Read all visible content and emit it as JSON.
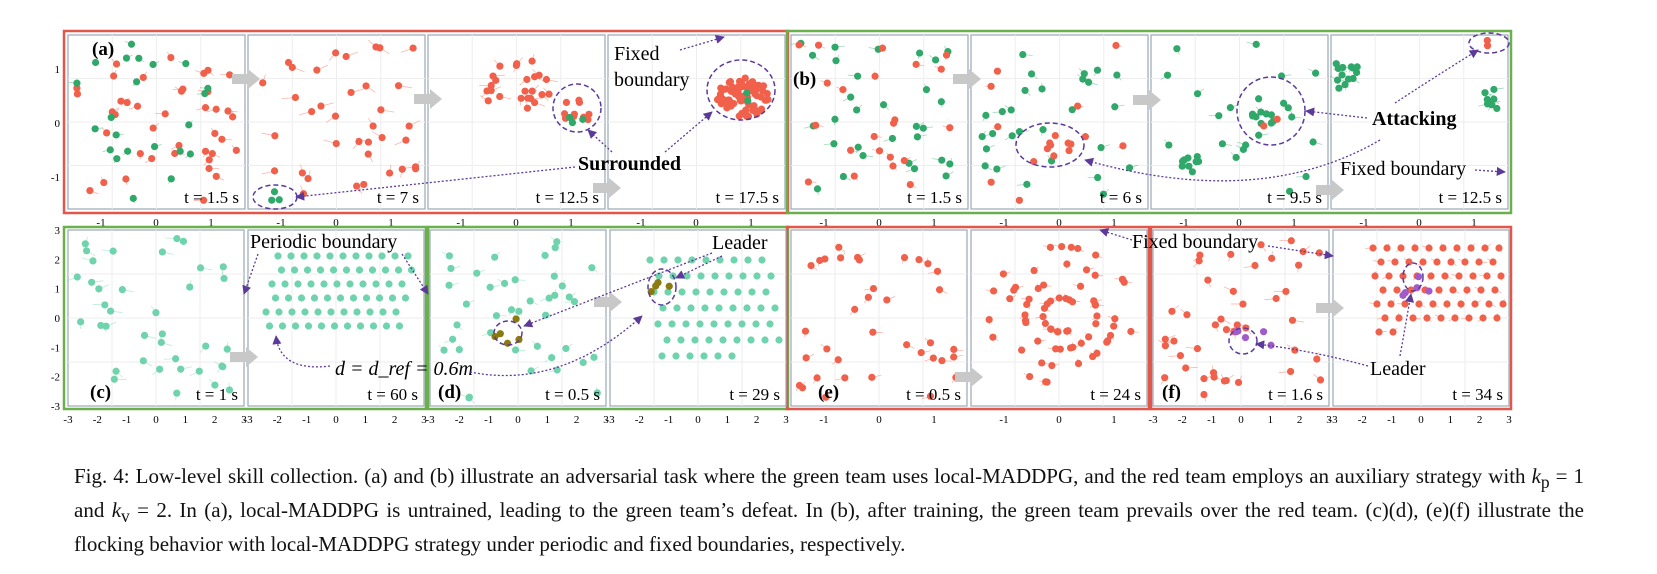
{
  "figure": {
    "rows": [
      {
        "groups": [
          {
            "label": "(a)",
            "team": "red",
            "panels": [
              {
                "time": "t = 1.5 s"
              },
              {
                "time": "t = 7 s"
              },
              {
                "time": "t = 12.5 s"
              },
              {
                "time": "t = 17.5 s"
              }
            ]
          },
          {
            "label": "(b)",
            "team": "green",
            "panels": [
              {
                "time": "t = 1.5 s"
              },
              {
                "time": "t = 6 s"
              },
              {
                "time": "t =  9.5 s"
              },
              {
                "time": "t = 12.5 s"
              }
            ]
          }
        ],
        "y_ticks": [
          "1",
          "0",
          "-1"
        ],
        "x_ticks": [
          "-1",
          "0",
          "1"
        ]
      },
      {
        "groups": [
          {
            "label": "(c)",
            "team": "green",
            "panels": [
              {
                "time": "t = 1 s"
              },
              {
                "time": "t = 60 s"
              }
            ]
          },
          {
            "label": "(d)",
            "team": "green",
            "panels": [
              {
                "time": "t = 0.5 s"
              },
              {
                "time": "t = 29 s"
              }
            ]
          },
          {
            "label": "(e)",
            "team": "red",
            "panels": [
              {
                "time": "t = 0.5 s"
              },
              {
                "time": "t = 24 s"
              }
            ]
          },
          {
            "label": "(f)",
            "team": "red",
            "panels": [
              {
                "time": "t = 1.6 s"
              },
              {
                "time": "t = 34 s"
              }
            ]
          }
        ],
        "y_ticks": [
          "3",
          "2",
          "1",
          "0",
          "-1",
          "-2",
          "-3"
        ],
        "x_ticks_wide": [
          "-3",
          "-2",
          "-1",
          "0",
          "1",
          "2",
          "3"
        ],
        "x_ticks_narrow": [
          "-1",
          "0",
          "1"
        ]
      }
    ],
    "annotations": {
      "fixed_boundary_top_left": "Fixed\nboundary",
      "surrounded": "Surrounded",
      "attacking": "Attacking",
      "fixed_boundary_top_right": "Fixed boundary",
      "periodic_boundary": "Periodic boundary",
      "leader_d": "Leader",
      "fixed_boundary_e": "Fixed boundary",
      "leader_f": "Leader",
      "d_equation": "d = d_ref = 0.6m"
    },
    "colors": {
      "red_agent": "#f0604a",
      "green_agent": "#2fa86a",
      "mint_agent": "#6fd3ad",
      "leader_olive": "#8a7a10",
      "leader_purple": "#a05bc8",
      "red_frame": "#e2574a",
      "green_frame": "#6ab04c",
      "annotation": "#5b3a9a"
    }
  },
  "caption": {
    "prefix": "Fig. 4: Low-level skill collection. (a) and (b) illustrate an adversarial task where the green team uses local-MADDPG, and the red team employs an auxiliary strategy with ",
    "kp": "k",
    "kp_sub": "p",
    "kp_eq": " = 1 and ",
    "kv": "k",
    "kv_sub": "v",
    "kv_eq": " = 2. In (a), local-MADDPG is untrained, leading to the green team’s defeat. In (b), after training, the green team prevails over the red team. (c)(d), (e)(f) illustrate the flocking behavior with local-MADDPG strategy under periodic and fixed boundaries, respectively."
  }
}
